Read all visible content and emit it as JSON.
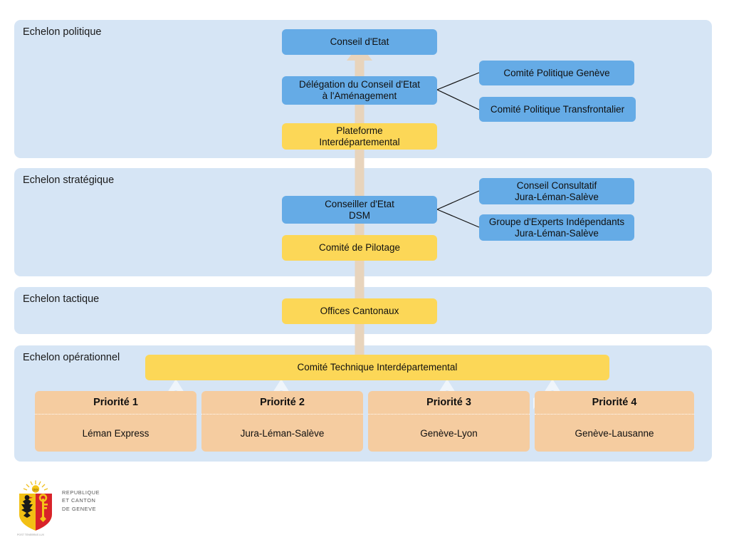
{
  "bands": [
    {
      "label": "Echelon politique"
    },
    {
      "label": "Echelon stratégique"
    },
    {
      "label": "Echelon tactique"
    },
    {
      "label": "Echelon opérationnel"
    }
  ],
  "nodes": {
    "conseil_etat": "Conseil d'Etat",
    "delegation": "Délégation du Conseil d'Etat\nà l'Aménagement",
    "comite_politique_geneve": "Comité Politique Genève",
    "comite_politique_transfrontalier": "Comité Politique Transfrontalier",
    "plateforme": "Plateforme\nInterdépartemental",
    "conseiller_etat": "Conseiller d'Etat\nDSM",
    "conseil_consultatif": "Conseil Consultatif\nJura-Léman-Salève",
    "groupe_experts": "Groupe d'Experts Indépendants\nJura-Léman-Salève",
    "comite_pilotage": "Comité de Pilotage",
    "offices_cantonaux": "Offices Cantonaux",
    "comite_technique": "Comité Technique Interdépartemental"
  },
  "priorities": [
    {
      "title": "Priorité 1",
      "subtitle": "Léman Express"
    },
    {
      "title": "Priorité 2",
      "subtitle": "Jura-Léman-Salève"
    },
    {
      "title": "Priorité 3",
      "subtitle": "Genève-Lyon"
    },
    {
      "title": "Priorité 4",
      "subtitle": "Genève-Lausanne"
    }
  ],
  "logo": {
    "line1": "REPUBLIQUE",
    "line2": "ET CANTON",
    "line3": "DE GENEVE",
    "motto": "POST TENEBRAS LUX"
  },
  "colors": {
    "band": "#d6e5f5",
    "blue": "#65abe6",
    "yellow": "#fcd757",
    "peach": "#f5cca0",
    "arrow": "#e8d4bc",
    "page": "#ffffff"
  }
}
